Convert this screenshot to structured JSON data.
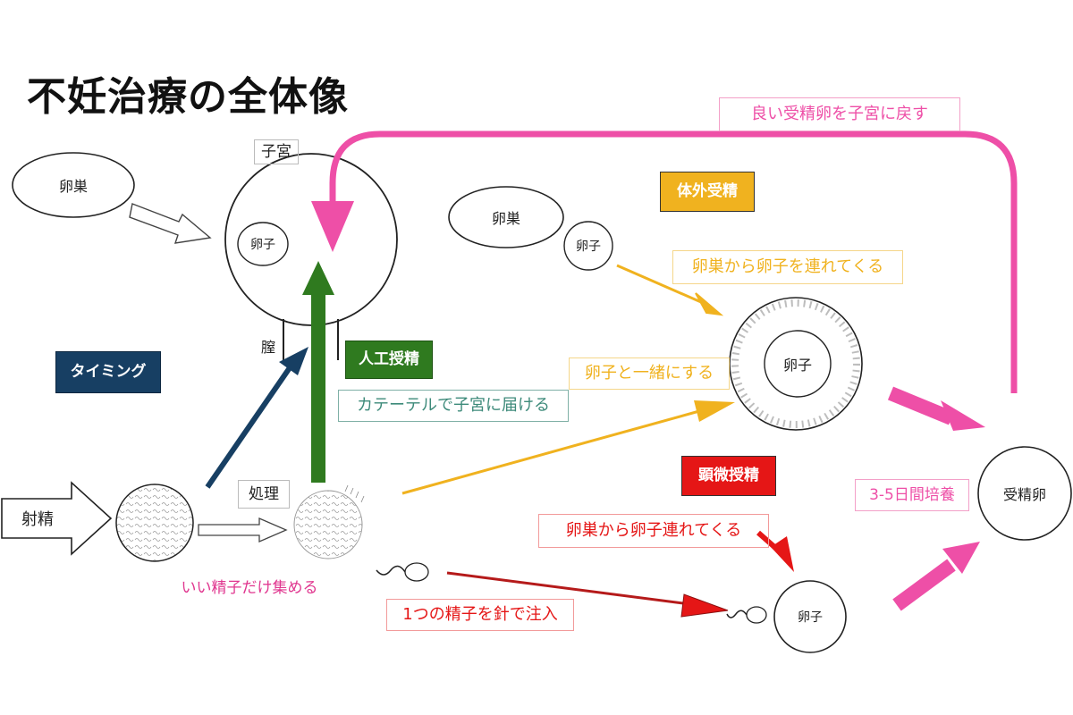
{
  "title": "不妊治療の全体像",
  "colors": {
    "pink": "#ee4fa7",
    "green": "#2f7a1f",
    "navy": "#173f63",
    "gold": "#f0b21f",
    "red": "#e51616",
    "teal": "#3d8a7a"
  },
  "labels": {
    "uterus": "子宮",
    "ovary_left": "卵巣",
    "egg_in_uterus": "卵子",
    "vagina": "膣",
    "timing": "タイミング",
    "artificial_insemination": "人工授精",
    "catheter": "カテーテルで子宮に届ける",
    "ejaculation": "射精",
    "processing": "処理",
    "collect_good_sperm": "いい精子だけ集める",
    "return_embryo": "良い受精卵を子宮に戻す",
    "ovary_right": "卵巣",
    "egg_near_ovary": "卵子",
    "ivf": "体外受精",
    "bring_egg": "卵巣から卵子を連れてくる",
    "egg_ivf": "卵子",
    "combine": "卵子と一緒にする",
    "icsi": "顕微授精",
    "bring_egg_icsi": "卵巣から卵子連れてくる",
    "inject_sperm": "1つの精子を針で注入",
    "egg_icsi": "卵子",
    "culture_days": "3-5日間培養",
    "fertilized_egg": "受精卵"
  }
}
